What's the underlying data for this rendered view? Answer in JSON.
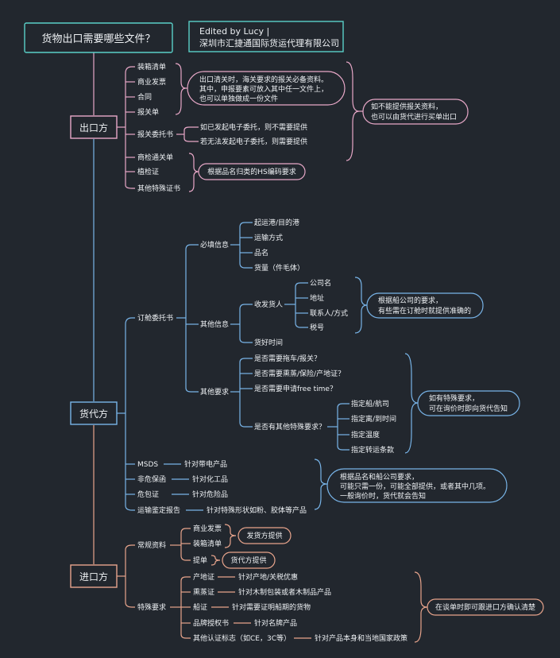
{
  "title": "货物出口需要哪些文件？",
  "author": {
    "line1": "Edited by Lucy |",
    "line2": "深圳市汇捷通国际货运代理有限公司"
  },
  "colors": {
    "export": "#e8a8c8",
    "forwarder": "#78b4e8",
    "import": "#e8a48c",
    "title": "#5ad0c8",
    "background": "#22272e"
  },
  "export": {
    "label": "出口方",
    "items": [
      "装箱清单",
      "商业发票",
      "合同",
      "报关单",
      "报关委托书",
      "商检通关单",
      "植检证",
      "其他特殊证书"
    ],
    "note_customs": [
      "出口清关时，海关要求的报关必备资料。",
      "其中，申报要素可放入其中任一文件上，",
      "也可以单独做成一份文件"
    ],
    "proxy_options": [
      "如已发起电子委托，则不需要提供",
      "若无法发起电子委托，则需要提供"
    ],
    "note_hs": "根据品名归类的HS编码要求",
    "note_buy": [
      "如不能提供报关资料，",
      "也可以由货代进行买单出口"
    ]
  },
  "forwarder": {
    "label": "货代方",
    "booking": "订舱委托书",
    "required": {
      "label": "必填信息",
      "items": [
        "起运港/目的港",
        "运输方式",
        "品名",
        "货量（件毛体）"
      ]
    },
    "other_info": {
      "label": "其他信息",
      "consignee": "收发货人",
      "consignee_items": [
        "公司名",
        "地址",
        "联系人/方式",
        "税号"
      ],
      "cargo_time": "货好时间"
    },
    "note_ship": [
      "根据船公司的要求，",
      "有些需在订舱时就提供准确的"
    ],
    "other_req": {
      "label": "其他要求",
      "questions": [
        "是否需要拖车/报关？",
        "是否需要熏蒸/保险/产地证？",
        "是否需要申请free time？",
        "是否有其他特殊要求？"
      ],
      "special": [
        "指定船/航司",
        "指定离/到时间",
        "指定温度",
        "指定转运条款"
      ]
    },
    "note_special": [
      "如有特殊要求，",
      "可在询价时即向货代告知"
    ],
    "docs": [
      {
        "name": "MSDS",
        "desc": "针对带电产品"
      },
      {
        "name": "非危保函",
        "desc": "针对化工品"
      },
      {
        "name": "危包证",
        "desc": "针对危险品"
      },
      {
        "name": "运输鉴定报告",
        "desc": "针对特殊形状如粉、胶体等产品"
      }
    ],
    "note_docs": [
      "根据品名和船公司要求，",
      "可能只需一份，可能全部提供，或者其中几项。",
      "一般询价时，货代就会告知"
    ]
  },
  "import": {
    "label": "进口方",
    "regular": {
      "label": "常规资料",
      "items": [
        "商业发票",
        "装箱清单",
        "提单"
      ],
      "shipper_note": "发货方提供",
      "forwarder_note": "货代方提供"
    },
    "special": {
      "label": "特殊要求",
      "items": [
        {
          "name": "产地证",
          "desc": "针对产地/关税优惠"
        },
        {
          "name": "熏蒸证",
          "desc": "针对木制包装或者木制品产品"
        },
        {
          "name": "船证",
          "desc": "针对需要证明船期的货物"
        },
        {
          "name": "品牌授权书",
          "desc": "针对名牌产品"
        },
        {
          "name": "其他认证标志（如CE，3C等）",
          "desc": "针对产品本身和当地国家政策"
        }
      ]
    },
    "note_confirm": "在谈单时即可跟进口方确认清楚"
  }
}
